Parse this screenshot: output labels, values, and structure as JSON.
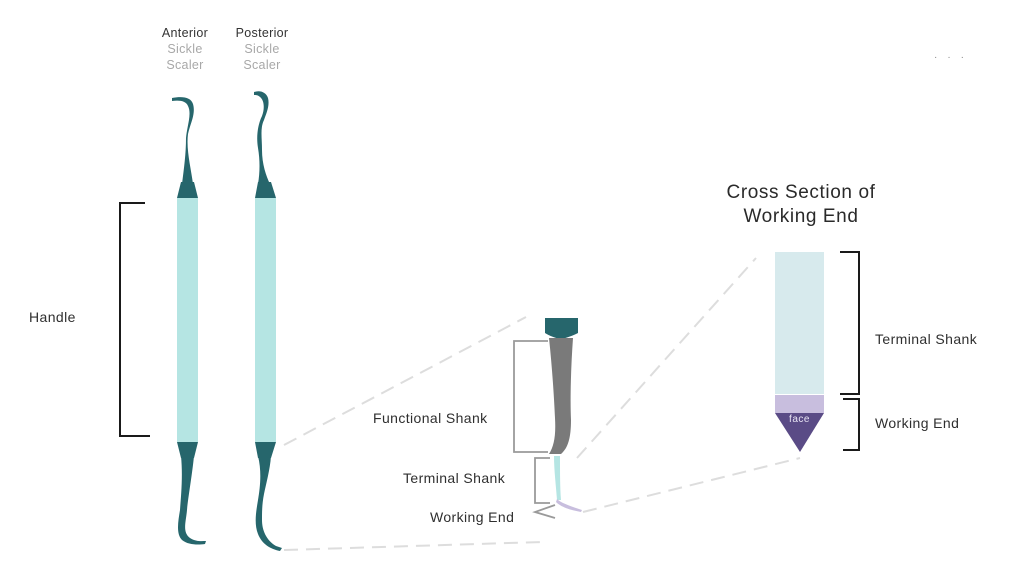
{
  "instruments": [
    {
      "line1": "Anterior",
      "line2": "Sickle",
      "line3": "Scaler"
    },
    {
      "line1": "Posterior",
      "line2": "Sickle",
      "line3": "Scaler"
    }
  ],
  "labels": {
    "handle": "Handle",
    "functional_shank": "Functional Shank",
    "terminal_shank_detail": "Terminal Shank",
    "working_end_detail": "Working End",
    "cross_section_title_1": "Cross Section of",
    "cross_section_title_2": "Working End",
    "terminal_shank_cross": "Terminal Shank",
    "working_end_cross": "Working End",
    "face": "face"
  },
  "colors": {
    "teal": "#26666c",
    "handle": "#b5e5e3",
    "shank_gray": "#7a7a7a",
    "lavender": "#c8bede",
    "purple": "#5a4b86",
    "terminal_light": "#d7eaed",
    "bracket": "#1a1a1a",
    "bracket_gray": "#9a9a9a",
    "dash": "#dddddd"
  }
}
